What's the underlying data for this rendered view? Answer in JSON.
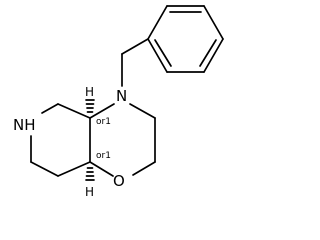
{
  "molecule": {
    "atoms": {
      "nitrogen_ring_amine": "NH",
      "nitrogen_tertiary": "N",
      "oxygen": "O",
      "stereo_hydrogen_top": "H",
      "stereo_hydrogen_bottom": "H"
    },
    "stereo_descriptors": {
      "top": "or1",
      "bottom": "or1"
    }
  }
}
